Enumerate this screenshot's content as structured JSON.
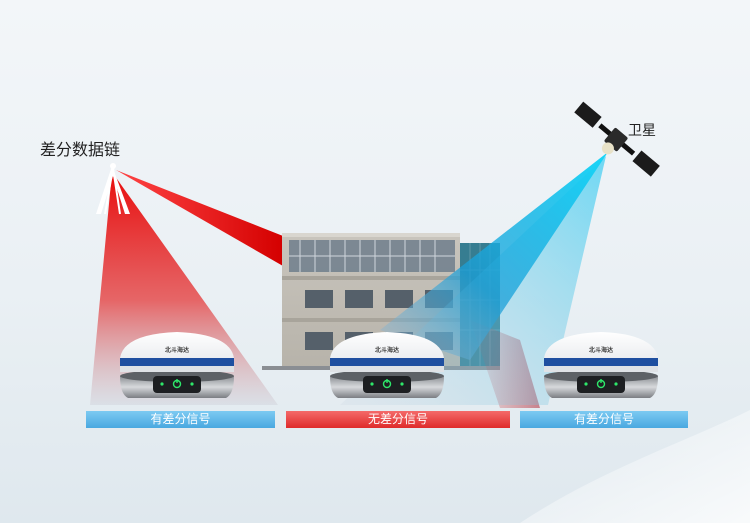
{
  "labels": {
    "differential_link": "差分数据链",
    "satellite": "卫星"
  },
  "receivers": [
    {
      "brand": "北斗海达"
    },
    {
      "brand": "北斗海达"
    },
    {
      "brand": "北斗海达"
    }
  ],
  "zones": [
    {
      "label": "有差分信号",
      "color": "#49a8e0"
    },
    {
      "label": "无差分信号",
      "color": "#df2b2b"
    },
    {
      "label": "有差分信号",
      "color": "#49a8e0"
    }
  ],
  "colors": {
    "radio_beam": "#e01010",
    "satellite_beam": "#1ec8f0",
    "receiver_stripe": "#1f4fa0",
    "power_led": "#2ee86a"
  },
  "icons": {
    "radio_antenna": "antenna-icon",
    "satellite": "satellite-icon",
    "building": "building-illustration",
    "receiver": "gnss-receiver",
    "power": "power-icon"
  }
}
